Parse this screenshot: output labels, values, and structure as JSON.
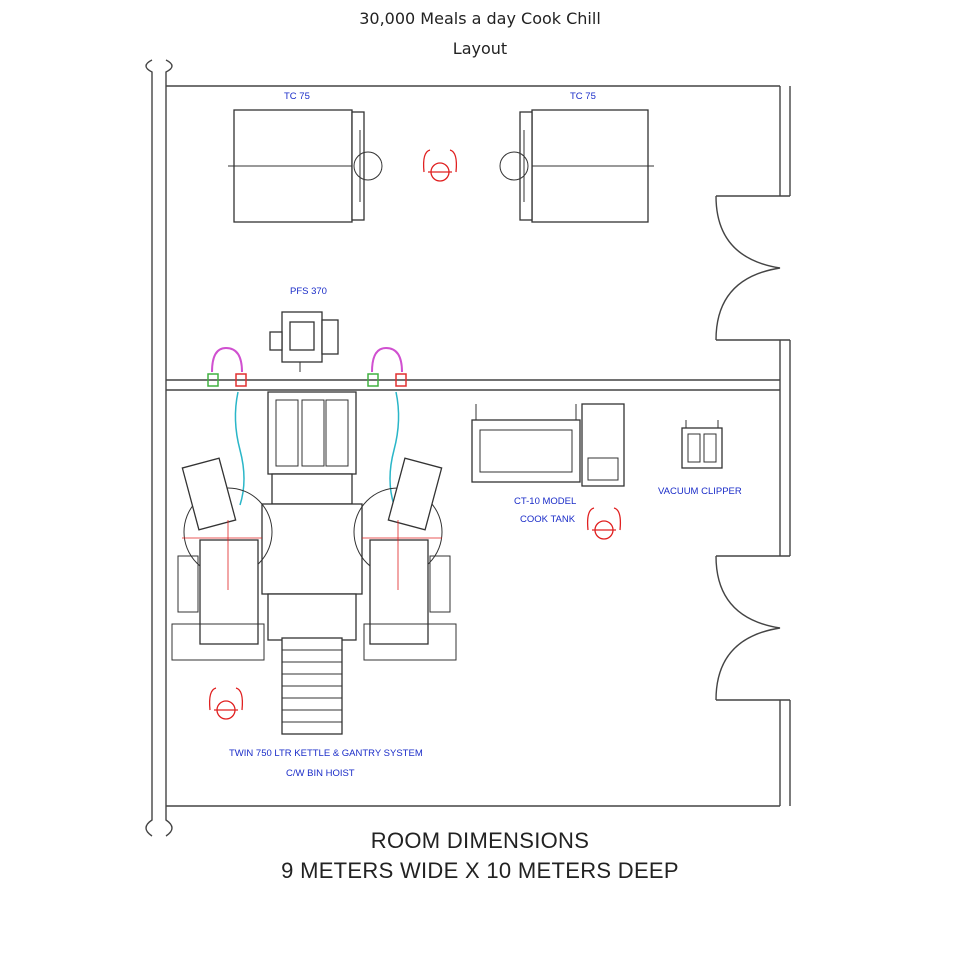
{
  "title": {
    "line1": "30,000 Meals a day Cook Chill",
    "line2": "Layout"
  },
  "labels": {
    "tc75_left": "TC 75",
    "tc75_right": "TC 75",
    "pfs": "PFS 370",
    "cook_tank_1": "CT-10 MODEL",
    "cook_tank_2": "COOK TANK",
    "vacuum": "VACUUM CLIPPER",
    "kettle_1": "TWIN 750 LTR KETTLE & GANTRY SYSTEM",
    "kettle_2": "C/W BIN HOIST"
  },
  "room": {
    "line1": "ROOM DIMENSIONS",
    "line2": "9 METERS WIDE X 10 METERS DEEP"
  },
  "colors": {
    "label": "#1a2cc8",
    "operator": "#e02020",
    "equipment": "#333333",
    "pipe": "#2ab6c8"
  }
}
